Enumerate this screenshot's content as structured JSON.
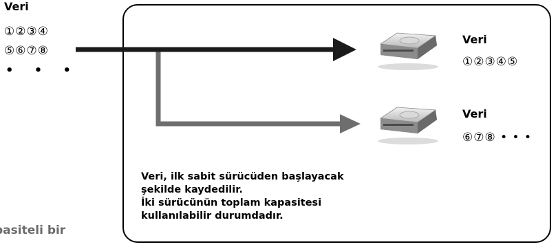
{
  "source": {
    "title": "Veri",
    "row1": "①②③④",
    "row2": "⑤⑥⑦⑧",
    "ellipsis": "• • •"
  },
  "drives": [
    {
      "label": "Veri",
      "digits": "①②③④⑤",
      "icon": "hard-drive-icon"
    },
    {
      "label": "Veri",
      "digits": "⑥⑦⑧ • • •",
      "icon": "hard-drive-icon"
    }
  ],
  "caption": {
    "line1": "Veri, ilk sabit sürücüden başlayacak",
    "line2": "şekilde kaydedilir.",
    "line3": "İki sürücünün toplam kapasitesi",
    "line4": "kullanılabilir durumdadır."
  },
  "cut_text": "pasiteli bir",
  "colors": {
    "primary_arrow": "#1a1a1a",
    "secondary_arrow": "#6e6e6e",
    "cut_text": "#6b6b6b"
  }
}
